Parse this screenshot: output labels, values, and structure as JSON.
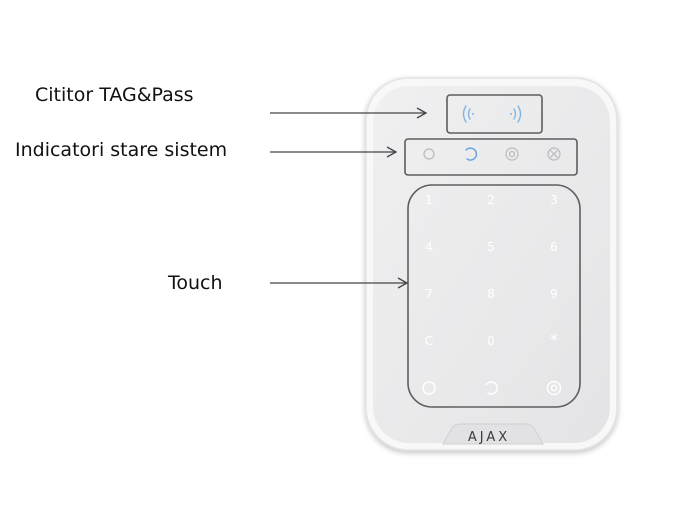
{
  "labels": {
    "reader": "Cititor TAG&Pass",
    "indicators": "Indicatori stare sistem",
    "touch": "Touch"
  },
  "keypad": {
    "keys": [
      "1",
      "2",
      "3",
      "4",
      "5",
      "6",
      "7",
      "8",
      "9",
      "C",
      "0",
      "*"
    ],
    "brand": "AJAX",
    "body_color": "#ececed",
    "frame_color": "#f7f7f8",
    "outline_color": "#5e5e60",
    "reader_icon_color": "#7fb4e4",
    "key_text_color": "#ffffff"
  }
}
